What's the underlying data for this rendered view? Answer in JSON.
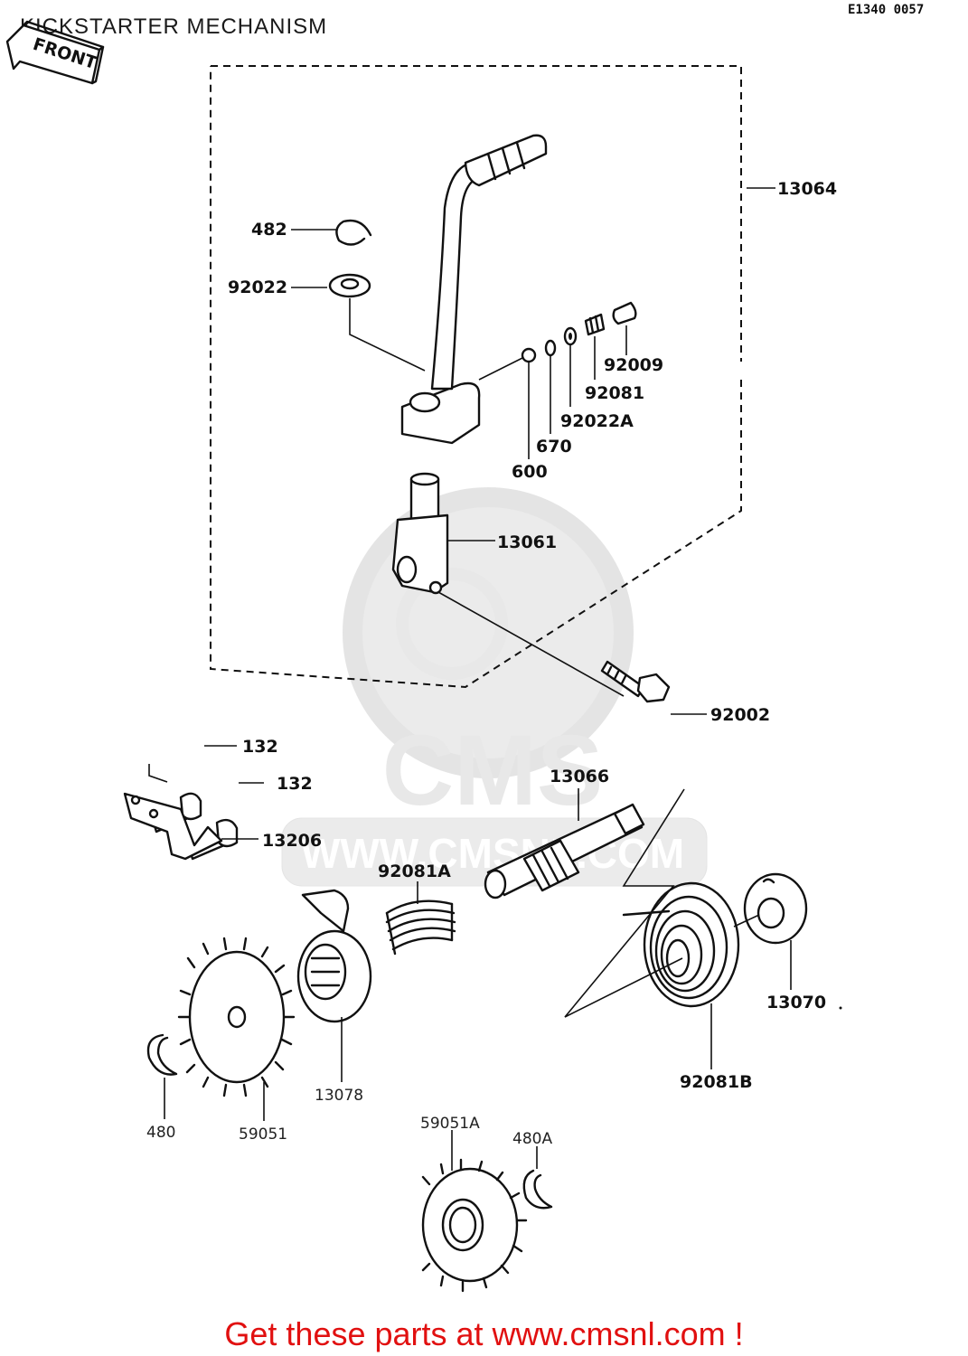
{
  "title": "KICKSTARTER MECHANISM",
  "drawing_code": "E1340 0057",
  "front_arrow": "FRONT",
  "watermark": {
    "brand": "CMS",
    "url": "WWW.CMSNL.COM"
  },
  "footer_text": "Get these parts at www.cmsnl.com !",
  "colors": {
    "footer": "#e11010",
    "line": "#111111",
    "watermark": "#e6e6e6"
  },
  "parts": [
    {
      "id": "p13064",
      "number": "13064"
    },
    {
      "id": "p482",
      "number": "482"
    },
    {
      "id": "p92022",
      "number": "92022"
    },
    {
      "id": "p92009",
      "number": "92009"
    },
    {
      "id": "p92081",
      "number": "92081"
    },
    {
      "id": "p92022A",
      "number": "92022A"
    },
    {
      "id": "p670",
      "number": "670"
    },
    {
      "id": "p600",
      "number": "600"
    },
    {
      "id": "p13061",
      "number": "13061"
    },
    {
      "id": "p92002",
      "number": "92002"
    },
    {
      "id": "p132a",
      "number": "132"
    },
    {
      "id": "p132b",
      "number": "132"
    },
    {
      "id": "p13206",
      "number": "13206"
    },
    {
      "id": "p13066",
      "number": "13066"
    },
    {
      "id": "p92081A",
      "number": "92081A"
    },
    {
      "id": "p13070",
      "number": "13070"
    },
    {
      "id": "p92081B",
      "number": "92081B"
    },
    {
      "id": "p13078",
      "number": "13078"
    },
    {
      "id": "p480",
      "number": "480"
    },
    {
      "id": "p59051",
      "number": "59051"
    },
    {
      "id": "p59051A",
      "number": "59051A"
    },
    {
      "id": "p480A",
      "number": "480A"
    }
  ]
}
